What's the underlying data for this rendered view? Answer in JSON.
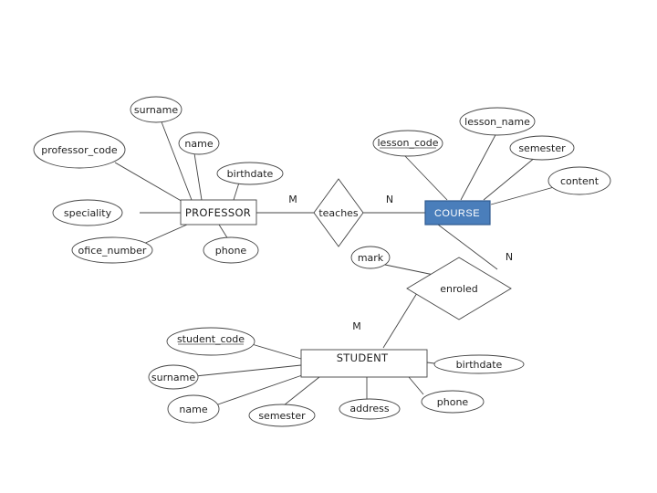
{
  "entities": {
    "professor": "PROFESSOR",
    "course": "COURSE",
    "student": "STUDENT"
  },
  "relationships": {
    "teaches": "teaches",
    "enroled": "enroled"
  },
  "professor_attributes": {
    "surname": "surname",
    "professor_code": "professor_code",
    "name": "name",
    "birthdate": "birthdate",
    "speciality": "speciality",
    "ofice_number": "ofice_number",
    "phone": "phone"
  },
  "course_attributes": {
    "lesson_name": "lesson_name",
    "lesson_code": "lesson_code",
    "semester": "semester",
    "content": "content"
  },
  "enroled_attributes": {
    "mark": "mark"
  },
  "student_attributes": {
    "student_code": "student_code",
    "surname": "surname",
    "name": "name",
    "semester": "semester",
    "address": "address",
    "birthdate": "birthdate",
    "phone": "phone"
  },
  "cardinalities": {
    "teaches_professor": "M",
    "teaches_course": "N",
    "enroled_course": "N",
    "enroled_student": "M"
  },
  "colors": {
    "course_fill": "#4a7ebb",
    "course_border": "#2f5a8f"
  }
}
